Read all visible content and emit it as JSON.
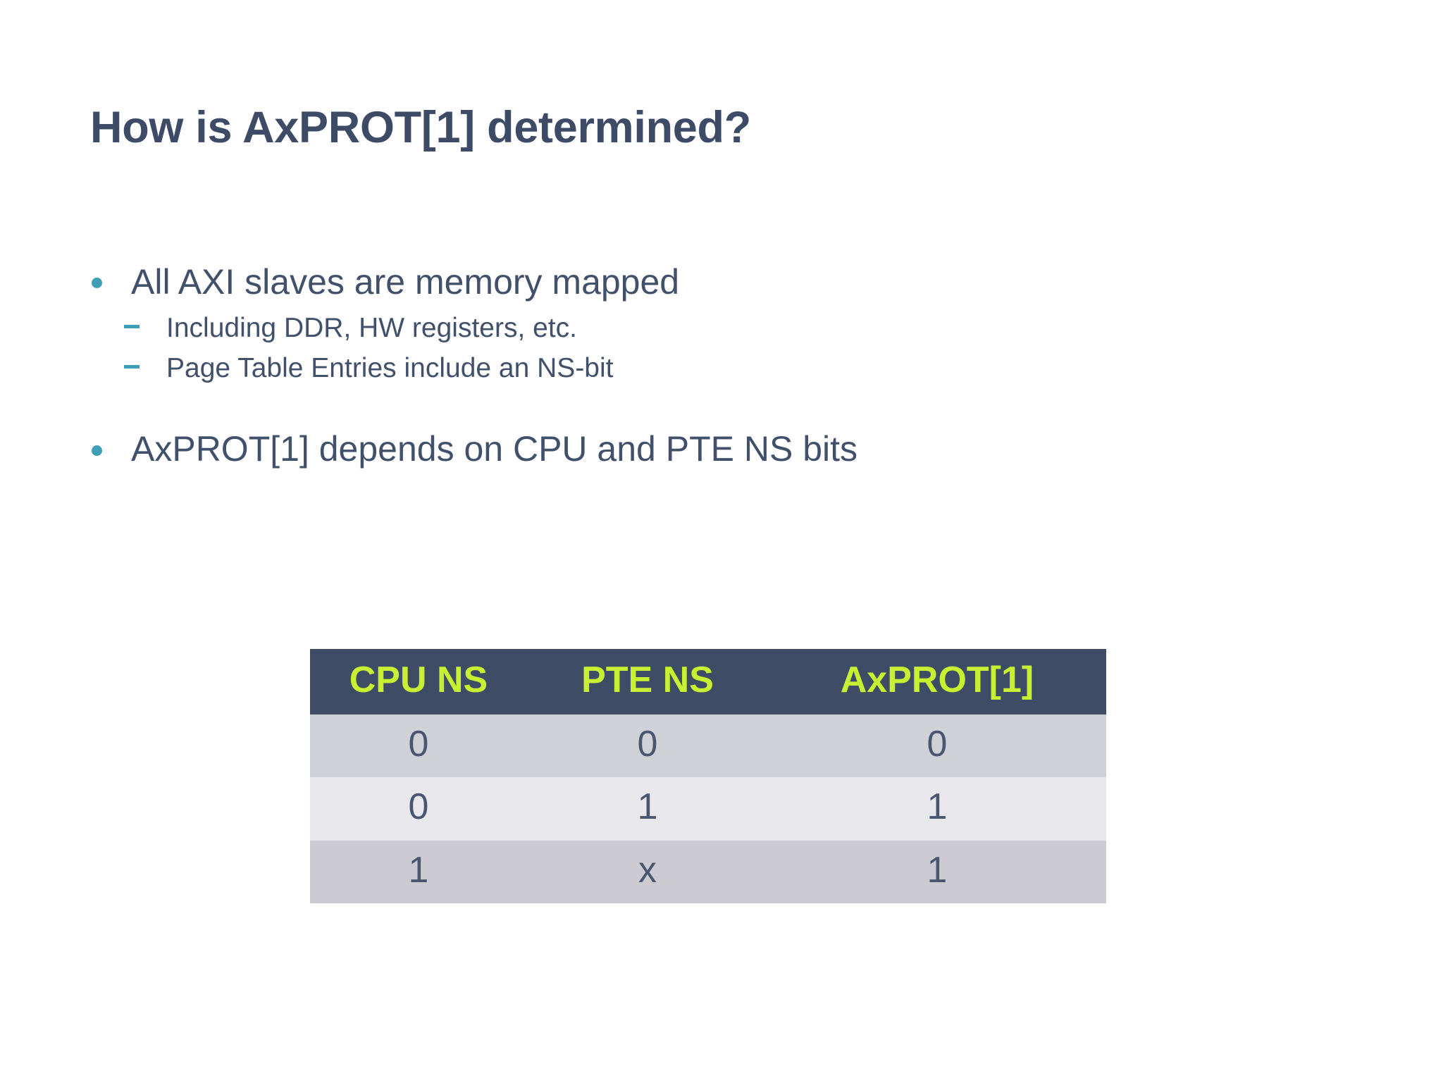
{
  "slide": {
    "title": "How is AxPROT[1] determined?",
    "background_color": "#ffffff",
    "title_color": "#3e4b66",
    "accent_color": "#3f9fb7",
    "body_text_color": "#41506b"
  },
  "body": {
    "bullets": [
      {
        "marker": "bullet-dot",
        "text": "All AXI slaves are memory mapped",
        "children": [
          {
            "marker": "dash",
            "text": "Including DDR, HW registers, etc."
          },
          {
            "marker": "dash",
            "text": "Page Table Entries include an NS-bit"
          }
        ]
      },
      {
        "marker": "bullet-dot",
        "text": "AxPROT[1] depends on CPU and PTE NS bits",
        "children": []
      }
    ]
  },
  "table": {
    "header_background": "#3f4c66",
    "header_text_color": "#c8f032",
    "row_colors": [
      "#ced2d6",
      "#e8e7ec",
      "#cbcbd1"
    ],
    "columns": [
      "CPU NS",
      "PTE NS",
      "AxPROT[1]"
    ],
    "rows": [
      [
        "0",
        "0",
        "0"
      ],
      [
        "0",
        "1",
        "1"
      ],
      [
        "1",
        "x",
        "1"
      ]
    ]
  }
}
